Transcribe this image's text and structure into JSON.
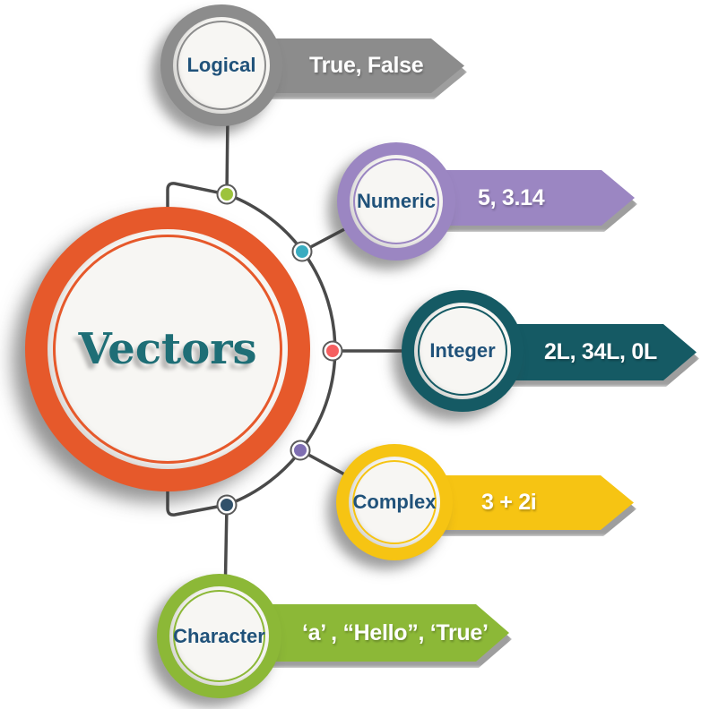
{
  "title": "Vectors",
  "nodes": [
    {
      "id": "logical",
      "label": "Logical",
      "values": "True, False",
      "color": "#8C8C8C",
      "dot_color": "#9DC33C"
    },
    {
      "id": "numeric",
      "label": "Numeric",
      "values": "5, 3.14",
      "color": "#9B86C2",
      "dot_color": "#3AACC0"
    },
    {
      "id": "integer",
      "label": "Integer",
      "values": "2L, 34L, 0L",
      "color": "#155A64",
      "dot_color": "#F55F60"
    },
    {
      "id": "complex",
      "label": "Complex",
      "values": "3 + 2i",
      "color": "#F6C413",
      "dot_color": "#7F6FB2"
    },
    {
      "id": "character",
      "label": "Character",
      "values": "‘a’ , “Hello”, ‘True’",
      "color": "#8CB837",
      "dot_color": "#32526B"
    }
  ],
  "colors": {
    "center_circle": "#E6592B",
    "center_title_text": "#1E6E76",
    "node_label_text": "#20527A",
    "banner_value_text": "#FFFFFF",
    "connector_line": "#4A4A4A",
    "background": "#FFFFFF"
  }
}
